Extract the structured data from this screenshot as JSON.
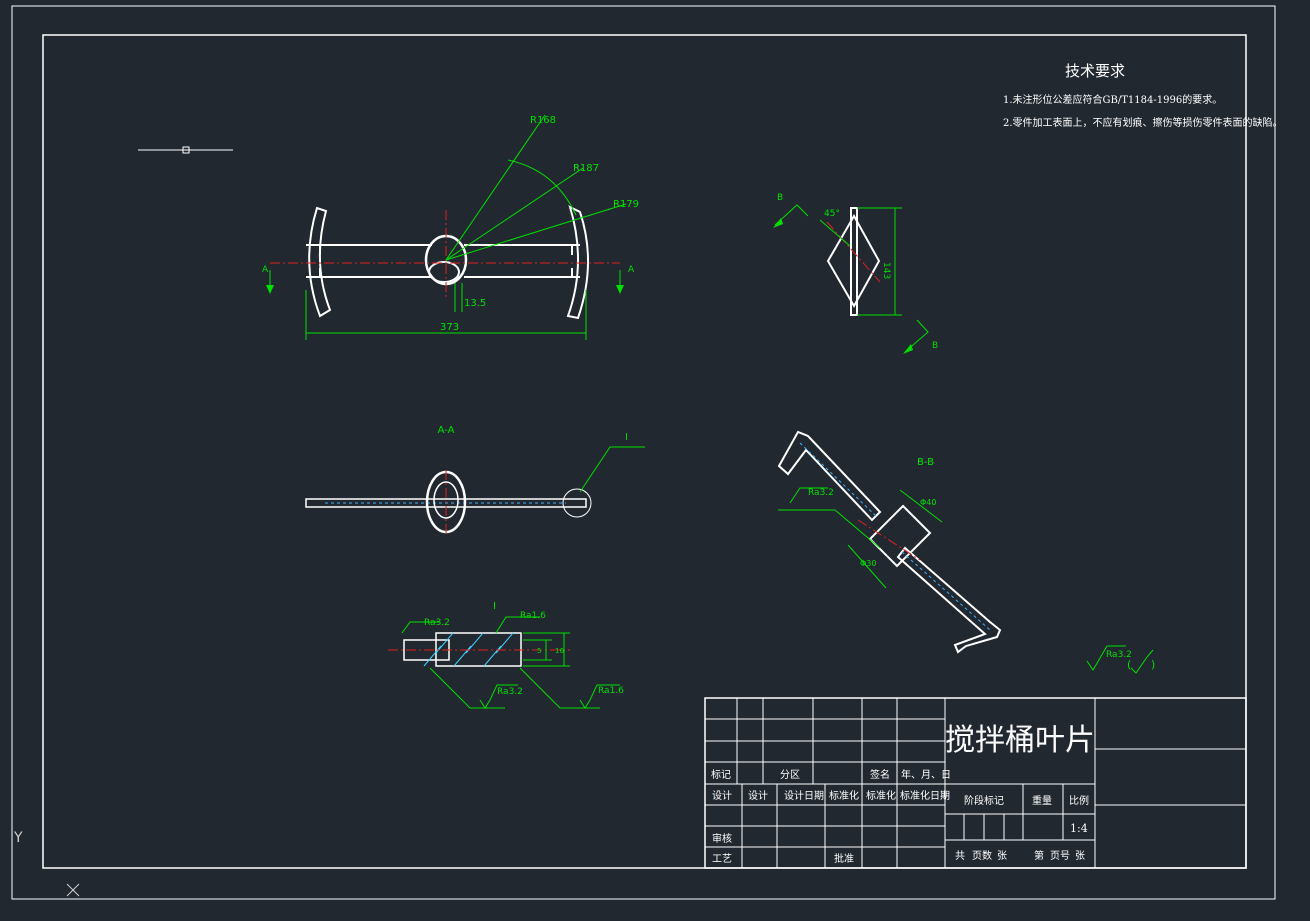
{
  "tech_requirements": {
    "title": "技术要求",
    "line1": "1.未注形位公差应符合GB/T1184-1996的要求。",
    "line2": "2.零件加工表面上，不应有划痕、擦伤等损伤零件表面的缺陷。"
  },
  "main_view": {
    "r168": "R168",
    "r187": "R187",
    "r179": "R179",
    "dim_13_5": "13.5",
    "dim_373": "373",
    "section_a_left": "A",
    "section_a_right": "A"
  },
  "section_aa": {
    "title": "A-A",
    "detail_callout": "I"
  },
  "detail_i": {
    "title": "I",
    "ra32_top": "Ra3.2",
    "ra16_top": "Ra1.6",
    "ra32_bottom": "Ra3.2",
    "ra16_bottom": "Ra1.6",
    "dim_a": "5",
    "dim_b": "16"
  },
  "side_view": {
    "angle": "45°",
    "dim_143": "143",
    "section_b_top": "B",
    "section_b_bottom": "B"
  },
  "section_bb": {
    "title": "B-B",
    "ra32": "Ra3.2",
    "dim_top": "Φ40",
    "dim_side": "Φ30"
  },
  "surface_finish": {
    "ra": "Ra3.2"
  },
  "title_block": {
    "part_name": "搅拌桶叶片",
    "mark": "标记",
    "zone": "分区",
    "signature": "签名",
    "date": "年、月、日",
    "design": "设计",
    "design2": "设计",
    "design_date": "设计日期",
    "standardize": "标准化",
    "standardize2": "标准化",
    "standardize_date": "标准化日期",
    "stage_mark": "阶段标记",
    "weight": "重量",
    "scale_label": "比例",
    "scale_value": "1:4",
    "review": "审核",
    "process": "工艺",
    "approve": "批准",
    "sheets_total": "共",
    "sheets_unit": "页数",
    "sheets_unit2": "张",
    "sheet_no": "第",
    "sheet_no_unit": "页号",
    "sheet_no_unit2": "张"
  },
  "ucs": {
    "y": "Y"
  }
}
